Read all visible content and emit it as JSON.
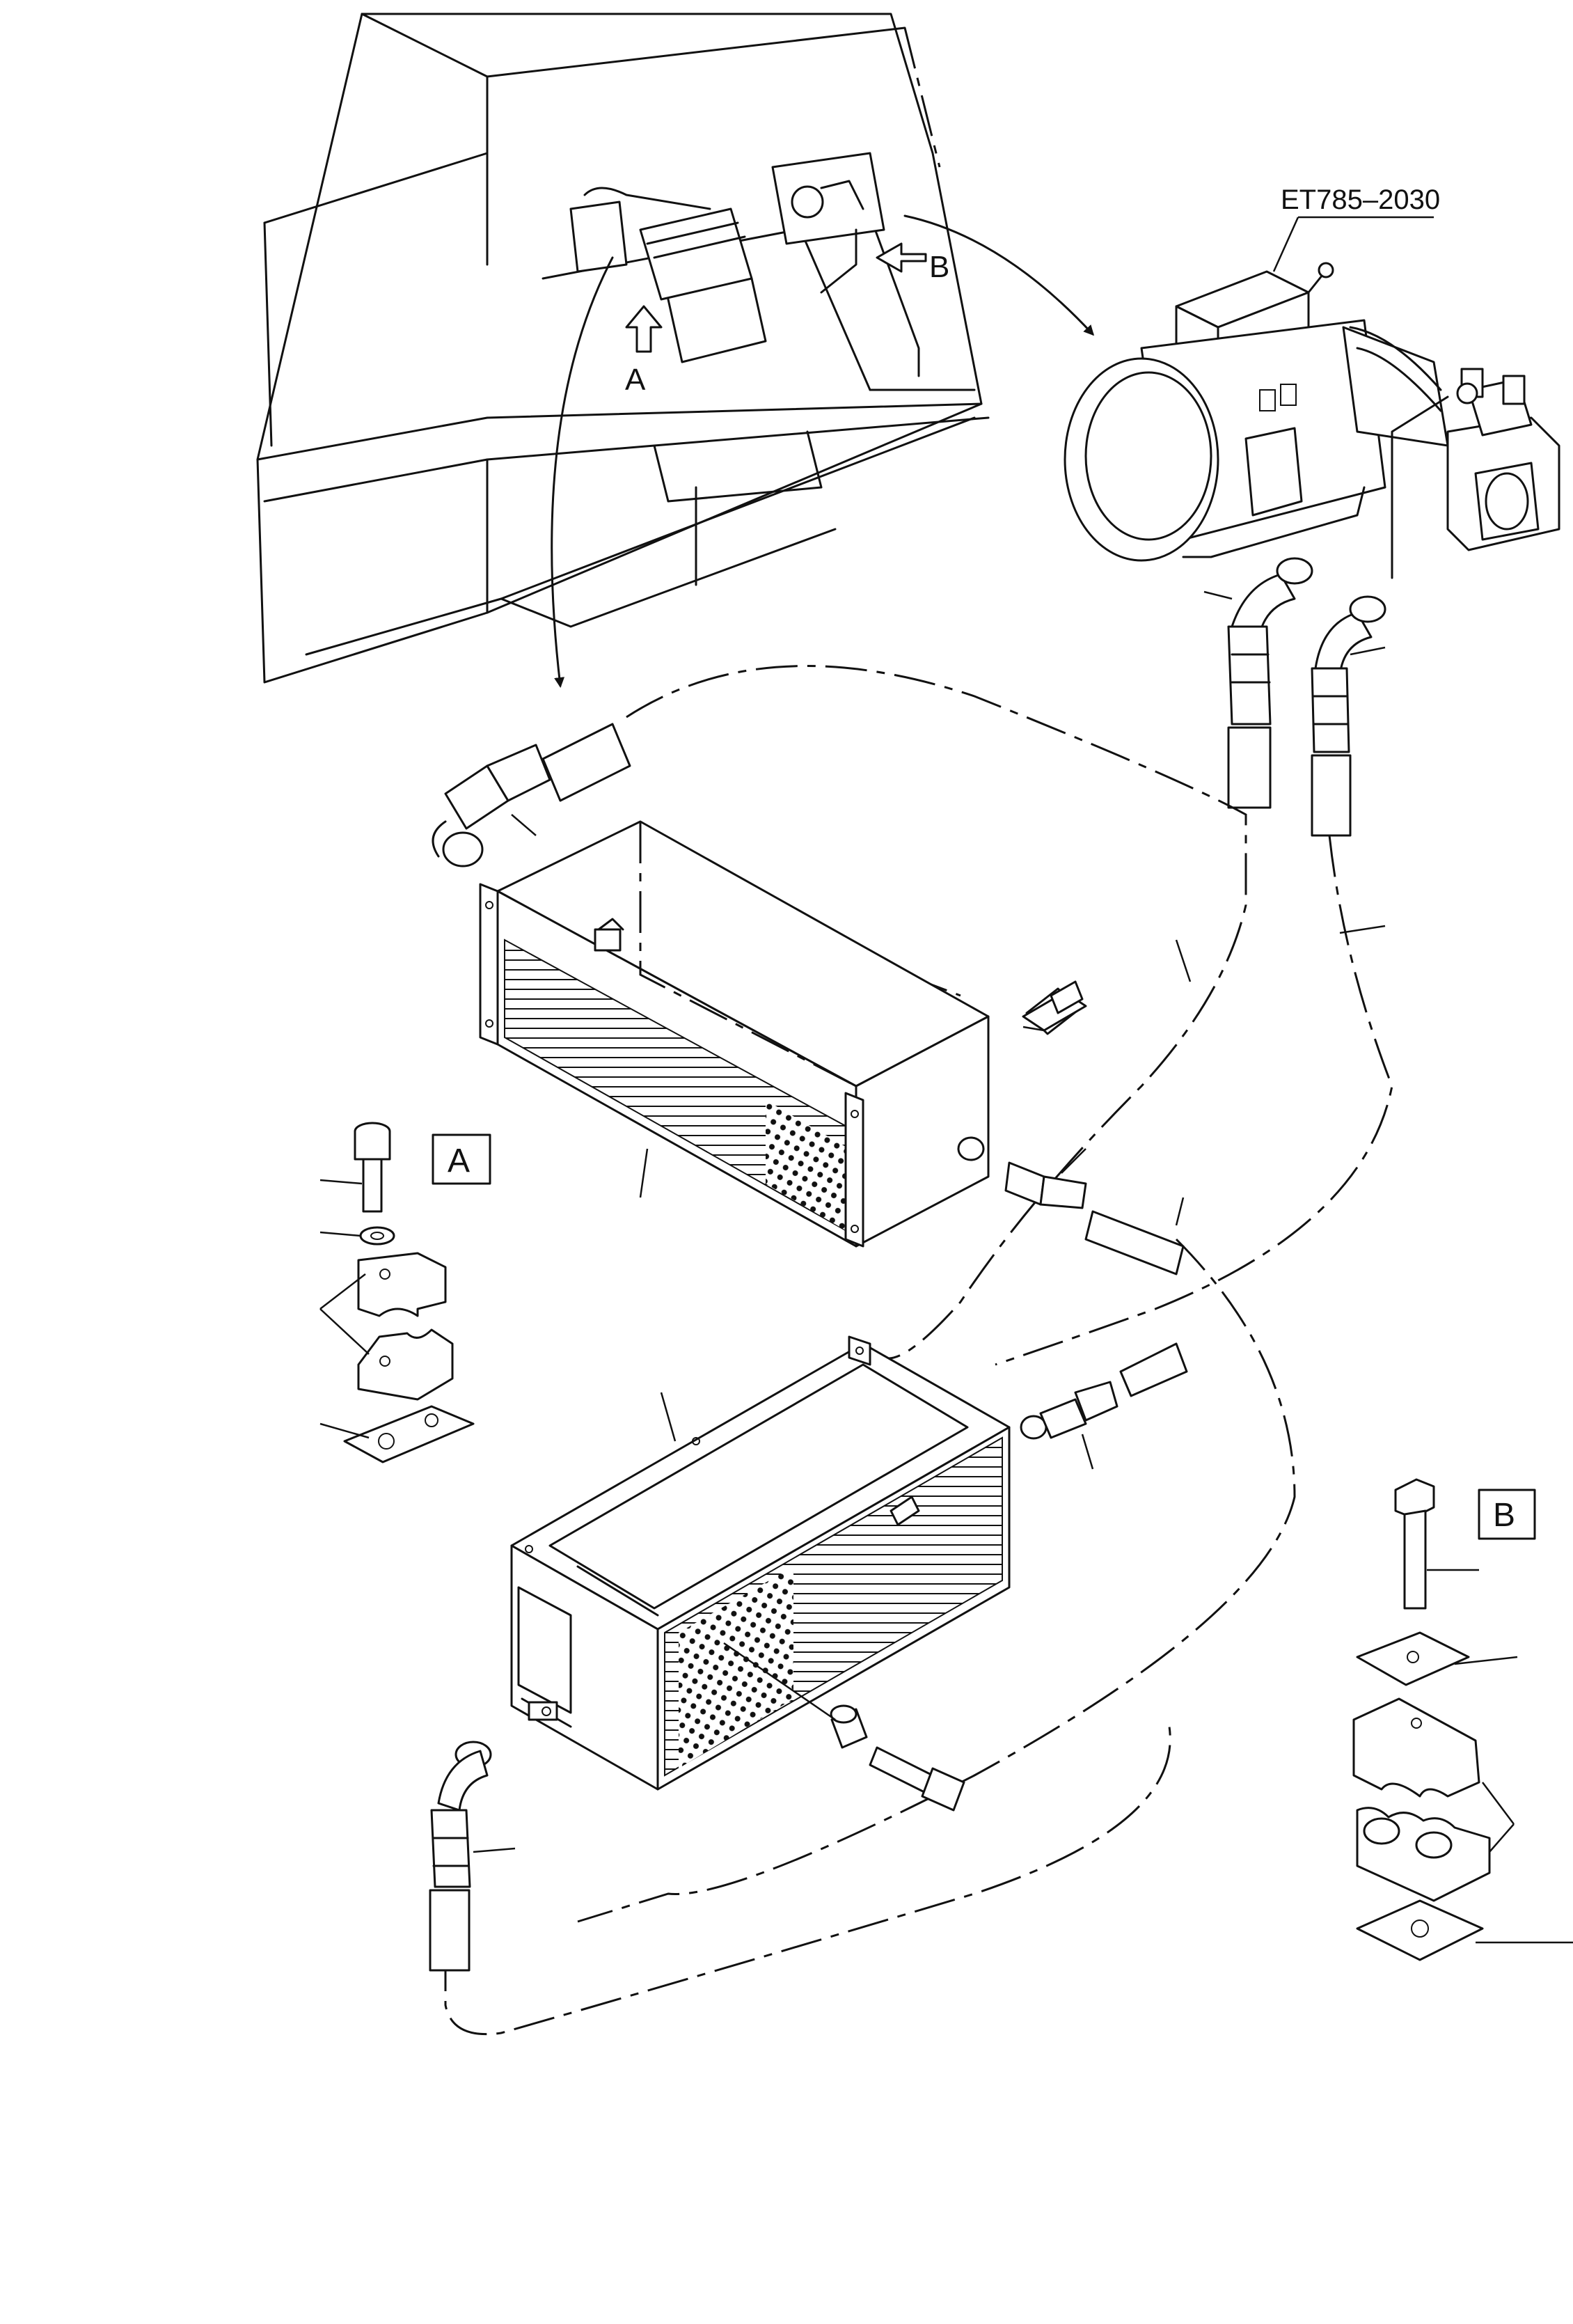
{
  "drawing": {
    "reference_code": "ET785–2030",
    "callout_a": "A",
    "callout_b": "B",
    "detail_a_label": "A",
    "detail_b_label": "B"
  },
  "colors": {
    "ink": "#111111",
    "paper": "#ffffff"
  }
}
